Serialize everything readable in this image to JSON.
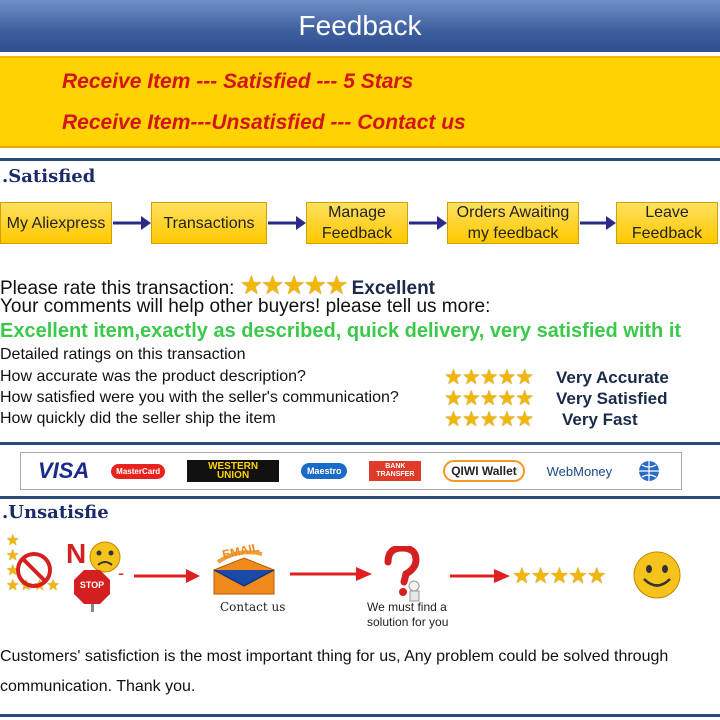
{
  "header": {
    "title": "Feedback"
  },
  "banner": {
    "line1": "Receive  Item --- Satisfied  --- 5 Stars",
    "line2": "Receive  Item---Unsatisfied --- Contact us"
  },
  "satisfied": {
    "title": ".Satisfied",
    "flow": [
      {
        "label": "My Aliexpress"
      },
      {
        "label": "Transactions"
      },
      {
        "label": "Manage Feedback"
      },
      {
        "label": "Orders Awaiting my feedback"
      },
      {
        "label": "Leave Feedback"
      }
    ],
    "rate_prompt": "Please rate this transaction:",
    "rate_value": "Excellent",
    "rate_stars": 5,
    "comment_prompt": "Your comments will help other buyers! please tell us more:",
    "comment": "Excellent item,exactly as described, quick delivery, very satisfied with it",
    "detailed_title": "Detailed ratings on this transaction",
    "ratings": [
      {
        "question": "How accurate was the product description?",
        "answer": "Very Accurate",
        "stars": 5
      },
      {
        "question": "How satisfied were you with the seller's communication?",
        "answer": "Very Satisfied",
        "stars": 5
      },
      {
        "question": "How quickly did the seller ship the item",
        "answer": "Very Fast",
        "stars": 5
      }
    ]
  },
  "payments": [
    "VISA",
    "MasterCard",
    "WESTERN UNION",
    "Maestro",
    "BANK TRANSFER",
    "QIWI Wallet",
    "WebMoney"
  ],
  "unsatisfied": {
    "title": ".Unsatisfie",
    "no_label": "N",
    "stop_label": "STOP",
    "email_label": "EMAIL",
    "contact_label": "Contact us",
    "solution_label": "We must find a solution for you",
    "stars": 5
  },
  "footer": {
    "line1": "Customers' satisfiction is the most important thing for us, Any problem could be solved through",
    "line2": "communication. Thank you."
  },
  "colors": {
    "header": "#3d5f9e",
    "banner": "#ffd200",
    "banner_text": "#d4141b",
    "comment": "#3ac94a",
    "arrow": "#2a2a8a",
    "red_arrow": "#e02020"
  }
}
